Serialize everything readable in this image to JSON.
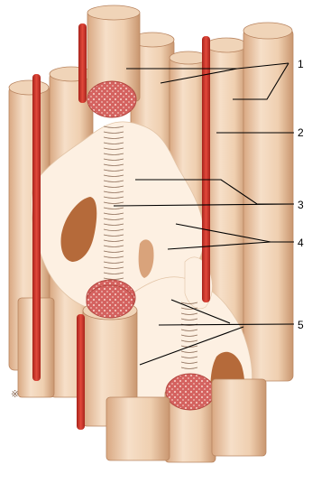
{
  "figure": {
    "labels": [
      "1",
      "2",
      "3",
      "4",
      "5"
    ],
    "corner_mark": "※",
    "colors": {
      "fiber_light": "#f5dcc4",
      "fiber_mid": "#e8c2a0",
      "fiber_dark": "#c9966f",
      "endomysium": "#fdf0e2",
      "capillary": "#d83a2e",
      "capillary_dark": "#a8231b",
      "cross_section": "#d9706d",
      "nucleus": "#b56a3a",
      "line": "#000000"
    }
  }
}
